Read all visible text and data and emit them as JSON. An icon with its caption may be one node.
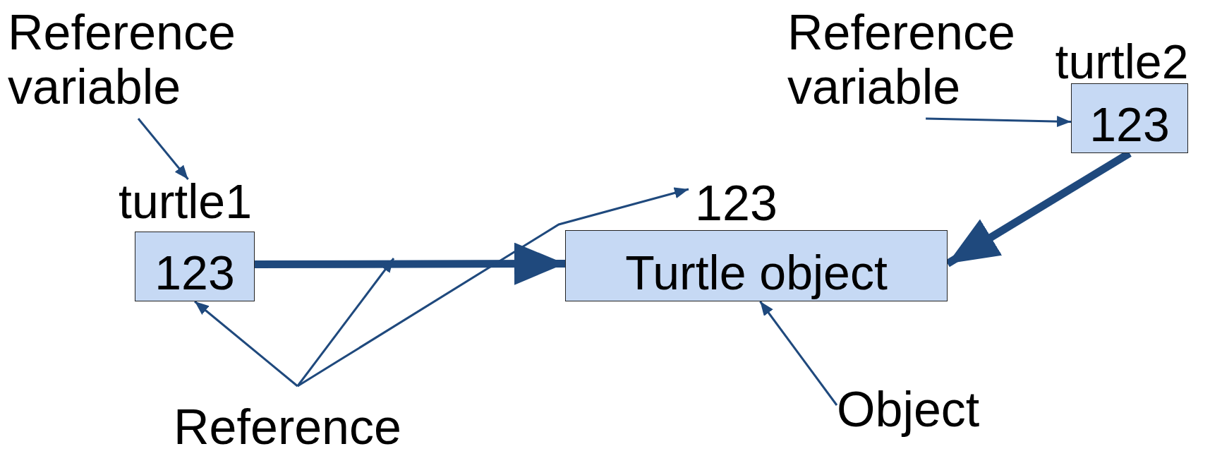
{
  "diagram": {
    "nodes": [
      {
        "text": [
          "Reference variable"
        ]
      },
      {
        "text": [
          "Reference variable"
        ]
      },
      {
        "text": [
          "turtle2",
          "123"
        ]
      },
      {
        "text": [
          "turtle1",
          "123"
        ]
      },
      {
        "text": [
          "123"
        ]
      },
      {
        "text": [
          "Turtle object"
        ]
      },
      {
        "text": [
          "Object"
        ]
      },
      {
        "text": [
          "Reference"
        ]
      }
    ],
    "edges": [
      {
        "from": 0,
        "to": 3,
        "arrow": "to"
      },
      {
        "from": 3,
        "to": 5,
        "arrow": "to",
        "style": "thick"
      },
      {
        "from": 1,
        "to": 2,
        "arrow": "to"
      },
      {
        "from": 2,
        "to": 5,
        "arrow": "to",
        "style": "thick"
      },
      {
        "from": 7,
        "to": 3,
        "arrow": "to"
      },
      {
        "from": 7,
        "to": null,
        "arrow": "to"
      },
      {
        "from": 7,
        "to": 4,
        "arrow": "to"
      },
      {
        "from": 6,
        "to": 5,
        "arrow": "to"
      }
    ]
  }
}
